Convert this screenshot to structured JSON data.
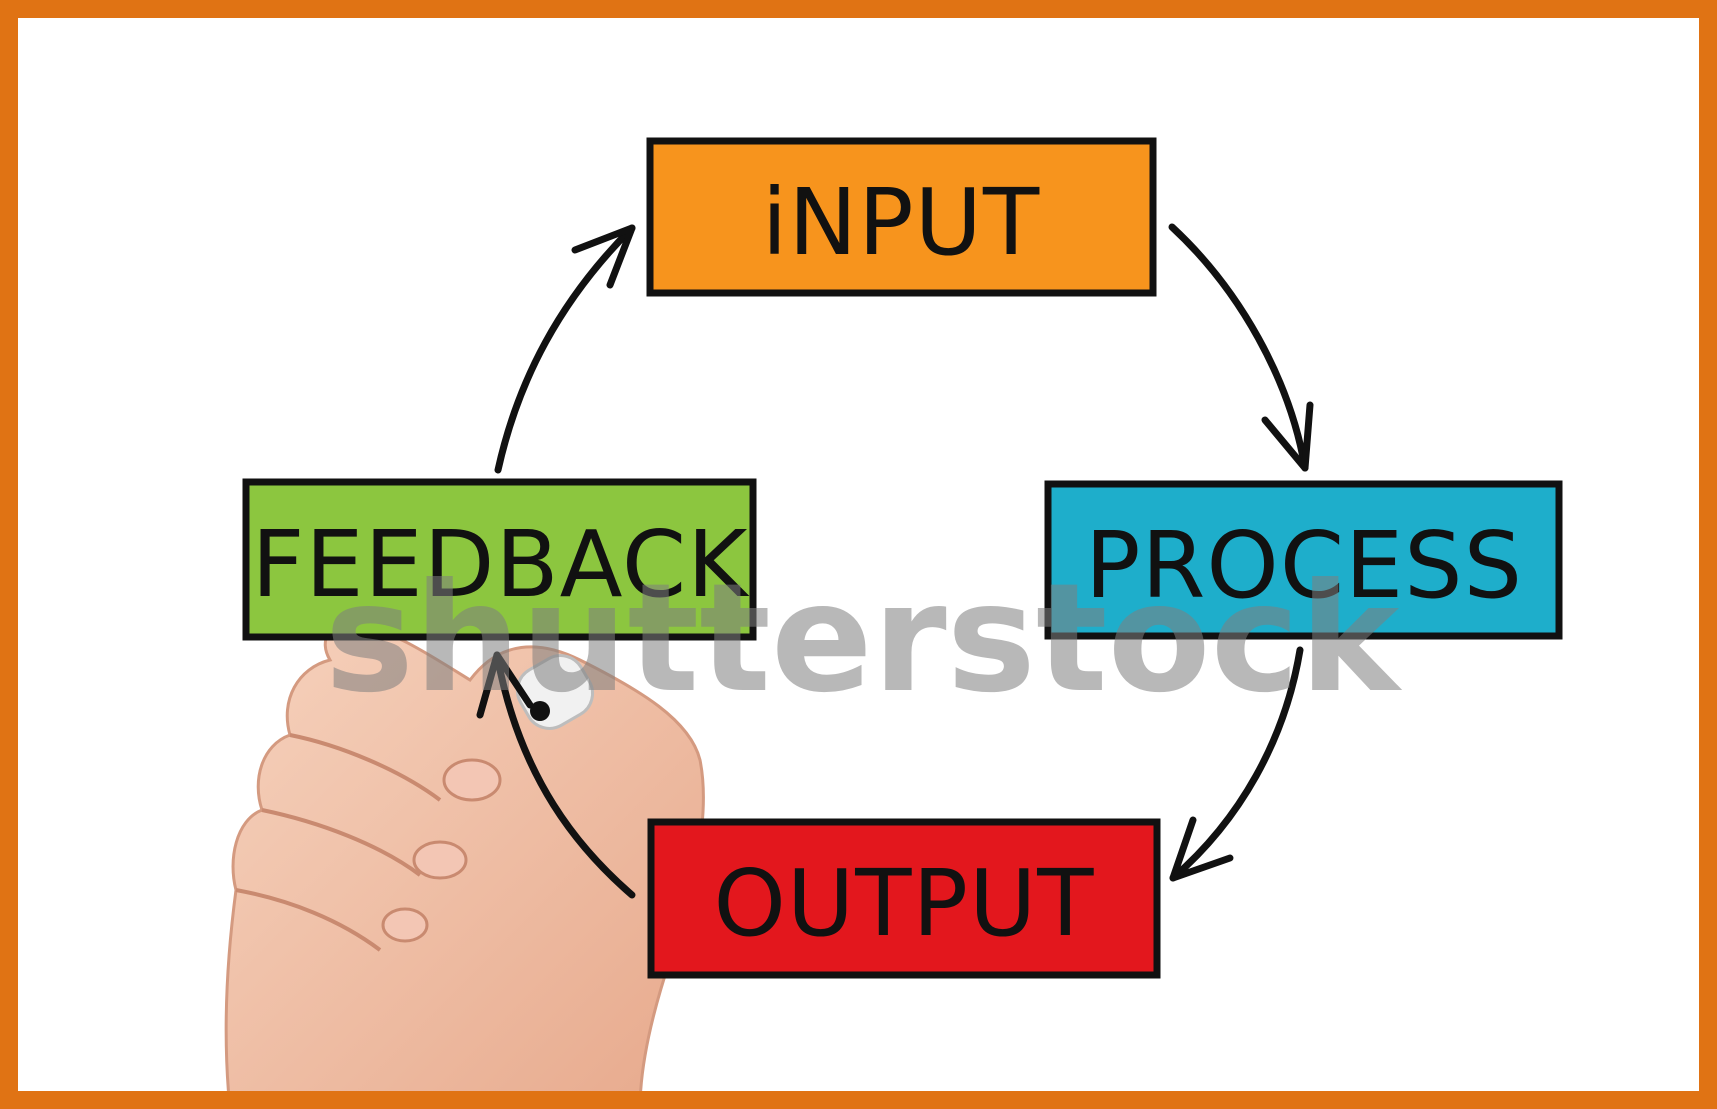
{
  "diagram": {
    "nodes": [
      {
        "id": "input",
        "label": "iNPUT",
        "color": "#f7941d"
      },
      {
        "id": "process",
        "label": "PROCESS",
        "color": "#1eaecb"
      },
      {
        "id": "output",
        "label": "OUTPUT",
        "color": "#e3171d"
      },
      {
        "id": "feedback",
        "label": "FEEDBACK",
        "color": "#8cc63f"
      }
    ],
    "edges": [
      {
        "from": "input",
        "to": "process"
      },
      {
        "from": "process",
        "to": "output"
      },
      {
        "from": "output",
        "to": "feedback"
      },
      {
        "from": "feedback",
        "to": "input"
      }
    ]
  },
  "watermark": "shutterstock",
  "frame_color": "#e07314",
  "ink_color": "#111111"
}
